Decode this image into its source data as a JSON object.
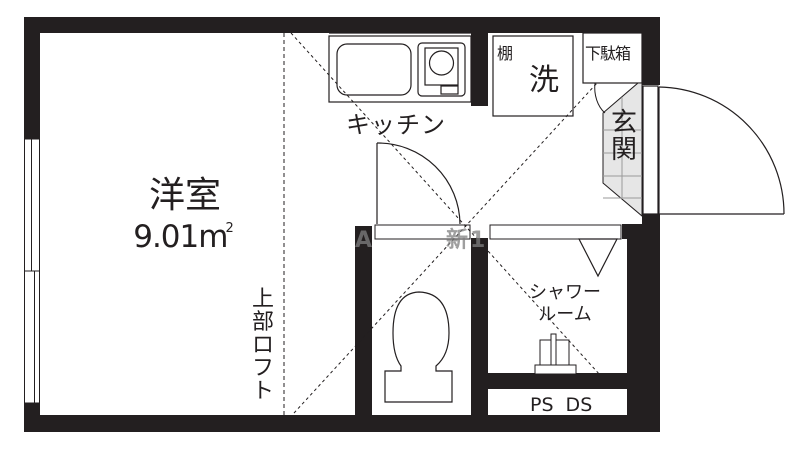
{
  "floor_plan": {
    "type": "1K apartment floor plan with loft",
    "rooms": {
      "western_room": {
        "label": "洋室",
        "area": "9.01",
        "unit": "m",
        "unit_sup": "2"
      },
      "loft": {
        "label": "上部ロフト"
      },
      "kitchen": {
        "label": "キッチン"
      },
      "shelf": {
        "label": "棚"
      },
      "washer": {
        "label": "洗"
      },
      "shoe_box": {
        "label": "下駄箱"
      },
      "entrance": {
        "label": "玄関"
      },
      "shower_room": {
        "label_line1": "シャワー",
        "label_line2": "ルーム"
      },
      "ps_ds": {
        "label": "PS DS"
      },
      "toilet": {
        "label": ""
      }
    },
    "watermark": "A　　　新1",
    "colors": {
      "wall": "#231f20",
      "line": "#231f20",
      "entrance_tile": "#e6e6e6",
      "tile_grid": "#9a9a9a",
      "watermark": "#808080"
    }
  }
}
